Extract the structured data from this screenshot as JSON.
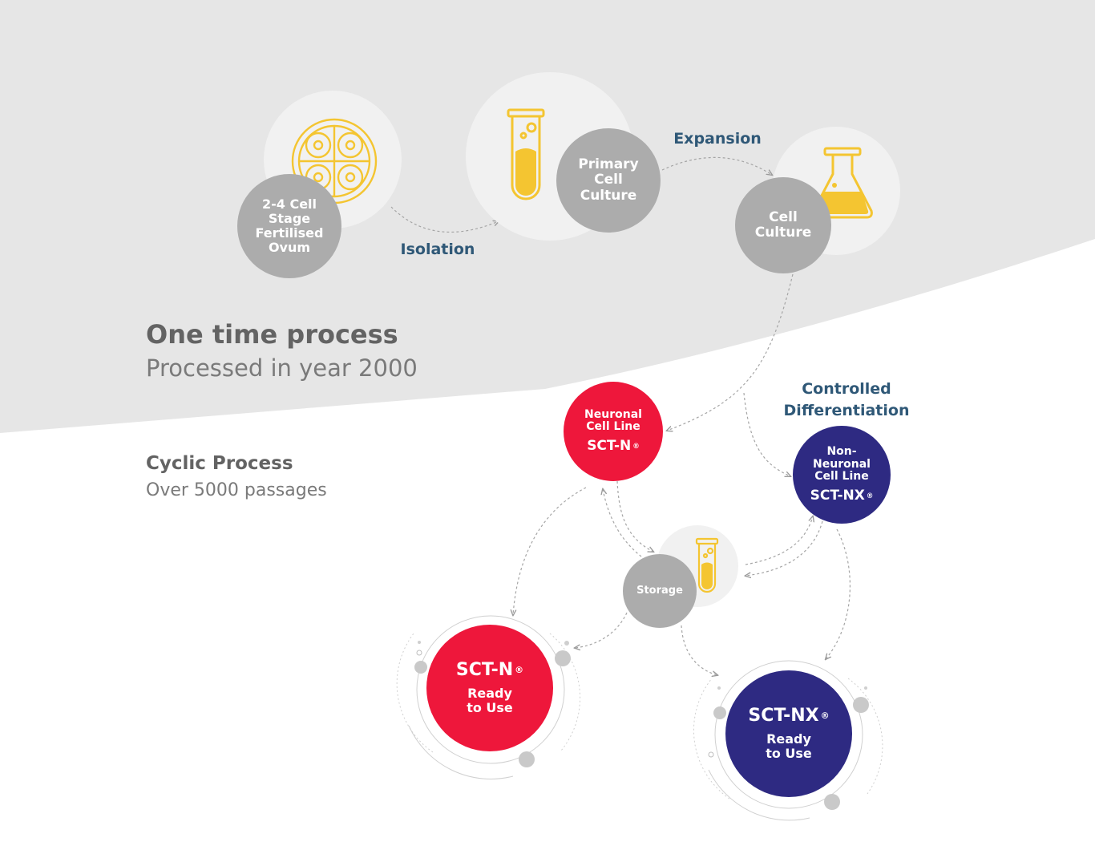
{
  "sections": {
    "one_time": {
      "title": "One time process",
      "subtitle": "Processed in year 2000"
    },
    "cyclic": {
      "title": "Cyclic Process",
      "subtitle": "Over 5000 passages"
    }
  },
  "nodes": {
    "ovum": {
      "lines": [
        "2-4 Cell",
        "Stage",
        "Fertilised",
        "Ovum"
      ]
    },
    "primary_culture": {
      "lines": [
        "Primary",
        "Cell",
        "Culture"
      ]
    },
    "cell_culture": {
      "lines": [
        "Cell",
        "Culture"
      ]
    },
    "neuronal_line": {
      "line1": "Neuronal",
      "line2": "Cell Line",
      "product": "SCT-N",
      "mark": "®"
    },
    "non_neuronal_line": {
      "line1": "Non-",
      "line2": "Neuronal",
      "line3": "Cell Line",
      "product": "SCT-NX",
      "mark": "®"
    },
    "storage": {
      "label": "Storage"
    },
    "sctn_ready": {
      "product": "SCT-N",
      "mark": "®",
      "line1": "Ready",
      "line2": "to Use"
    },
    "sctnx_ready": {
      "product": "SCT-NX",
      "mark": "®",
      "line1": "Ready",
      "line2": "to Use"
    }
  },
  "edges": {
    "isolation": "Isolation",
    "expansion": "Expansion",
    "differentiation": [
      "Controlled",
      "Differentiation"
    ]
  },
  "colors": {
    "band": "#e6e6e6",
    "node_grey": "#acacac",
    "halo": "#f1f1f1",
    "icon_yellow": "#f4c531",
    "neuronal_red": "#ee173b",
    "non_neuronal_navy": "#2e2a82",
    "edge_label": "#2f5877",
    "heading": "#636363"
  },
  "icons": [
    "embryo-icon",
    "test-tube-icon",
    "flask-icon",
    "storage-tube-icon"
  ]
}
